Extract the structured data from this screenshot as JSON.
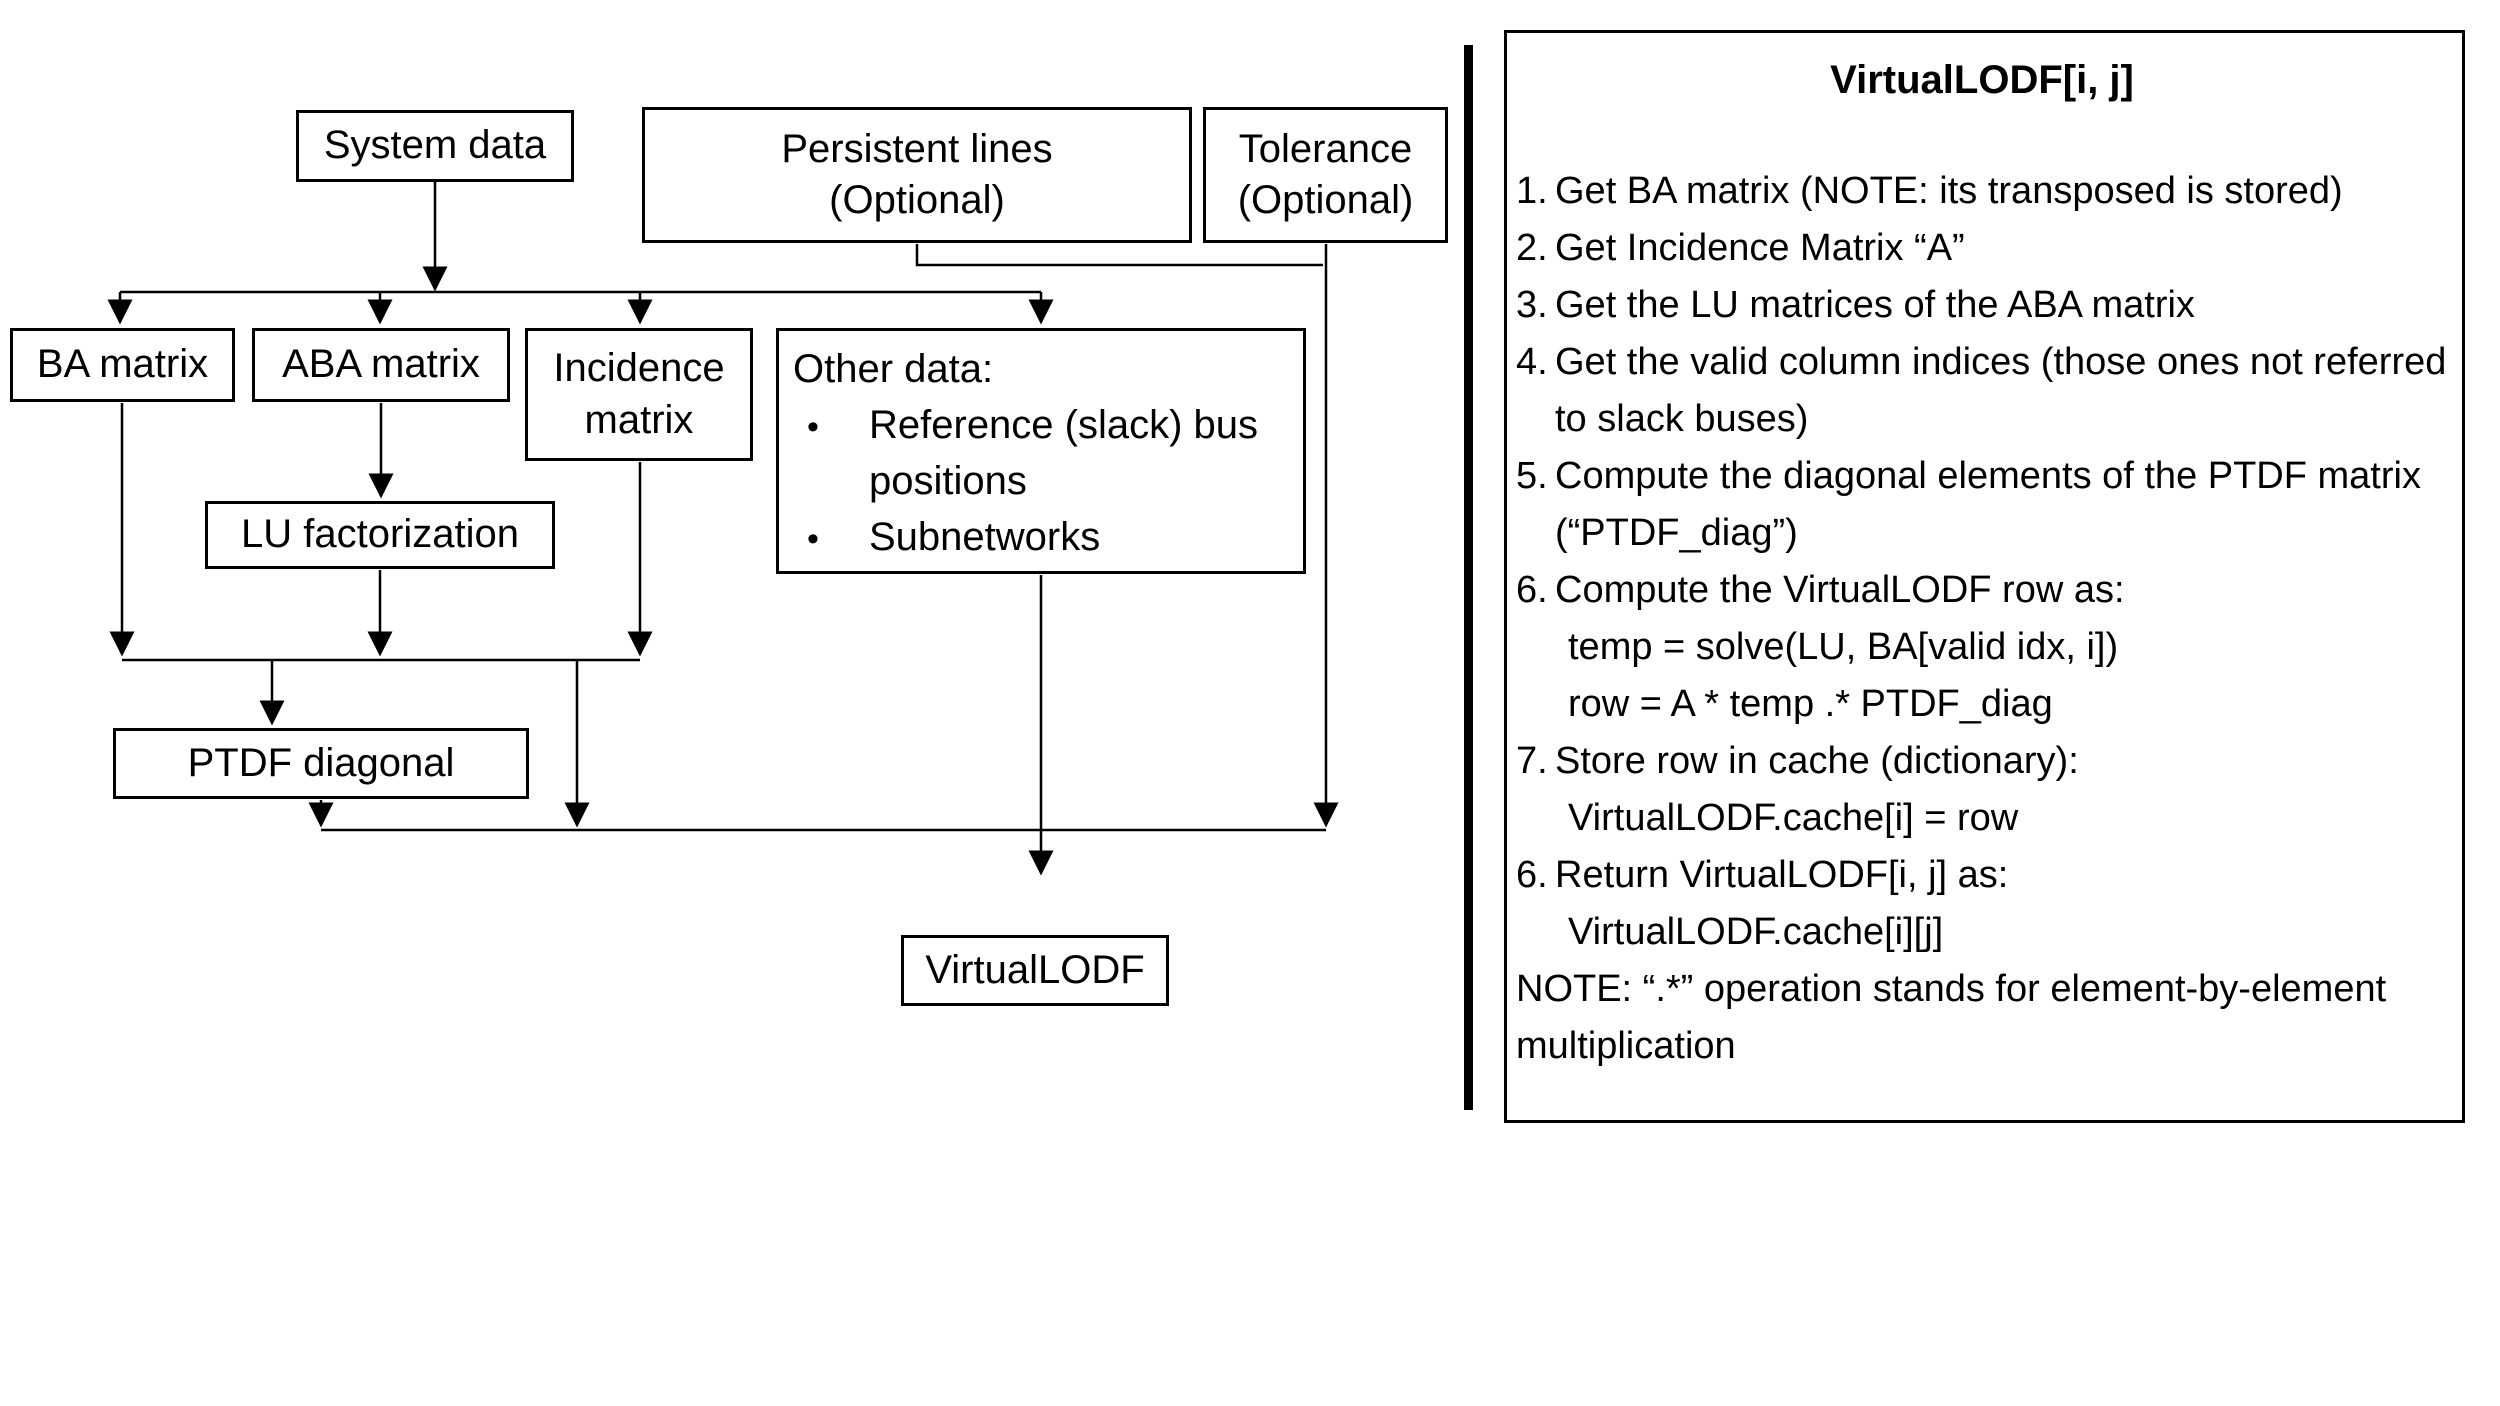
{
  "flowchart": {
    "system_data": {
      "label": "System data"
    },
    "persistent": {
      "line1": "Persistent lines",
      "line2": "(Optional)"
    },
    "tolerance": {
      "line1": "Tolerance",
      "line2": "(Optional)"
    },
    "ba_matrix": {
      "label": "BA matrix"
    },
    "aba_matrix": {
      "label": "ABA matrix"
    },
    "incidence": {
      "line1": "Incidence",
      "line2": "matrix"
    },
    "other_data": {
      "title": "Other data:",
      "bullets": [
        "Reference (slack) bus positions",
        "Subnetworks"
      ]
    },
    "lu": {
      "label": "LU factorization"
    },
    "ptdf": {
      "label": "PTDF diagonal"
    },
    "virtuallodf": {
      "label": "VirtualLODF"
    }
  },
  "panel": {
    "title": "VirtualLODF[i, j]",
    "items": [
      {
        "num": "1.",
        "text": "Get BA matrix (NOTE: its transposed is stored)"
      },
      {
        "num": "2.",
        "text": "Get Incidence Matrix “A”"
      },
      {
        "num": "3.",
        "text": "Get the LU matrices of the ABA matrix"
      },
      {
        "num": "4.",
        "text": "Get the valid column indices (those ones not referred to slack buses)"
      },
      {
        "num": "5.",
        "text": "Compute the diagonal elements of the PTDF matrix (“PTDF_diag”)"
      },
      {
        "num": "6.",
        "text": "Compute the VirtualLODF row as:",
        "code1": "temp = solve(LU, BA[valid idx, i])",
        "code2": "row = A * temp .* PTDF_diag"
      },
      {
        "num": "7.",
        "text": "Store row in cache (dictionary):",
        "code1": "VirtualLODF.cache[i] = row"
      },
      {
        "num": "6.",
        "text": "Return VirtualLODF[i, j] as:",
        "code1": "VirtualLODF.cache[i][j]"
      }
    ],
    "note": "NOTE: “.*” operation stands for element-by-element multiplication"
  },
  "colors": {
    "ink": "#000000",
    "background": "#ffffff"
  }
}
